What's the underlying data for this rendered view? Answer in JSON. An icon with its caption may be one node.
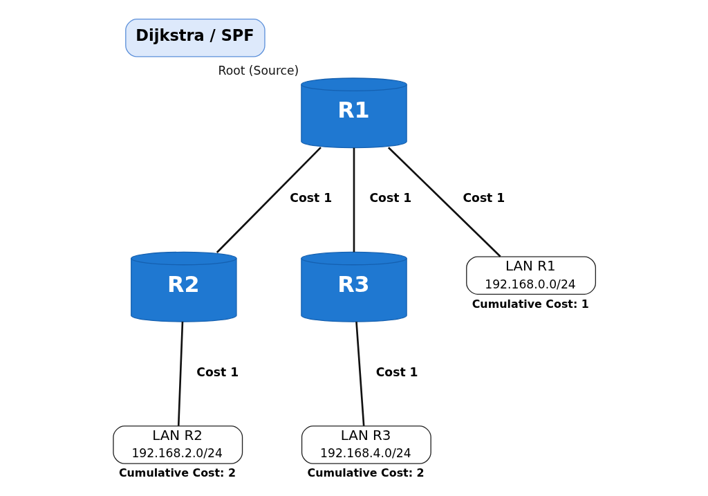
{
  "diagram": {
    "title": "Dijkstra / SPF",
    "nodes": [
      {
        "text": [
          "R1"
        ],
        "beside": [
          "Root (Source)"
        ]
      },
      {
        "text": [
          "R2"
        ]
      },
      {
        "text": [
          "R3"
        ]
      },
      {
        "text": [
          "LAN R1",
          "192.168.0.0/24"
        ],
        "beside": [
          "Cumulative Cost: 1"
        ]
      },
      {
        "text": [
          "LAN R2",
          "192.168.2.0/24"
        ],
        "beside": [
          "Cumulative Cost: 2"
        ]
      },
      {
        "text": [
          "LAN R3",
          "192.168.4.0/24"
        ],
        "beside": [
          "Cumulative Cost: 2"
        ]
      }
    ],
    "edges": [
      {
        "from": 0,
        "to": 1,
        "arrow": "none",
        "label": "Cost 1"
      },
      {
        "from": 0,
        "to": 2,
        "arrow": "none",
        "label": "Cost 1"
      },
      {
        "from": 0,
        "to": 3,
        "arrow": "none",
        "label": "Cost 1"
      },
      {
        "from": 1,
        "to": 4,
        "arrow": "none",
        "label": "Cost 1"
      },
      {
        "from": 2,
        "to": 5,
        "arrow": "none",
        "label": "Cost 1"
      }
    ]
  }
}
